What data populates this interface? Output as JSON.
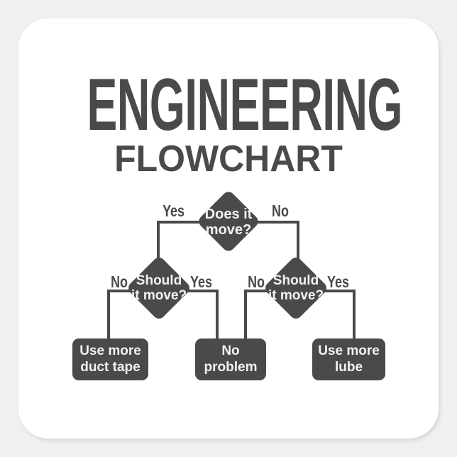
{
  "sticker": {
    "background_color": "#f0f0f0",
    "card_color": "#ffffff",
    "ink_color": "#4a4a4a",
    "text_on_dark_color": "#f2f2f2"
  },
  "title": {
    "line1": "ENGINEERING",
    "line2": "FLOWCHART"
  },
  "flowchart": {
    "nodes": {
      "root": {
        "text": "Does it\nmove?",
        "shape": "diamond"
      },
      "left_decision": {
        "text": "Should\nit move?",
        "shape": "diamond"
      },
      "right_decision": {
        "text": "Should\nit move?",
        "shape": "diamond"
      },
      "duct_tape": {
        "text": "Use more\nduct tape",
        "shape": "rounded-rect"
      },
      "no_problem": {
        "text": "No\nproblem",
        "shape": "rounded-rect"
      },
      "lube": {
        "text": "Use more\nlube",
        "shape": "rounded-rect"
      }
    },
    "branch_labels": {
      "root_left": "Yes",
      "root_right": "No",
      "left_decision_left": "No",
      "left_decision_right": "Yes",
      "right_decision_left": "No",
      "right_decision_right": "Yes"
    }
  }
}
